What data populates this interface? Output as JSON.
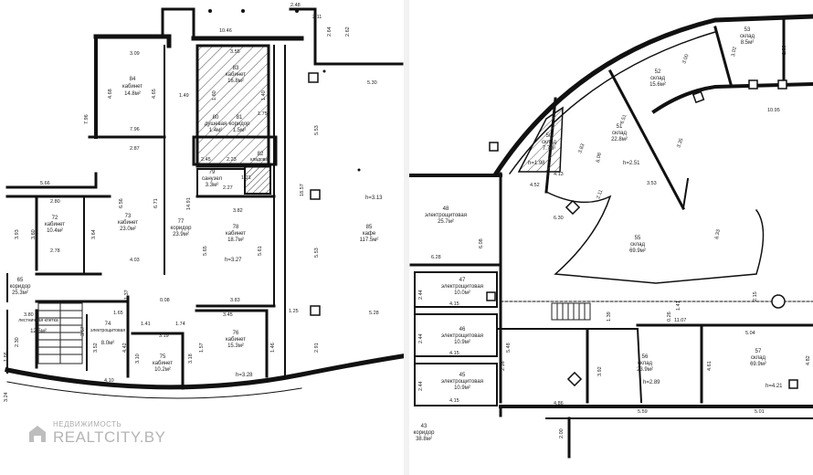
{
  "left_plan": {
    "dims_top": [
      "2.48",
      "2.11",
      "2.64",
      "2.62",
      "10.46",
      "3.55",
      "3.09"
    ],
    "dims_misc": [
      "5.30",
      "4.68",
      "4.65",
      "1.49",
      "7.96",
      "3.24",
      "5.53",
      "18.57",
      "2.87",
      "5.66",
      "2.80",
      "6.56",
      "6.71",
      "14.91",
      "3.82",
      "3.93",
      "3.60",
      "2.78",
      "3.64",
      "4.03",
      "5.65",
      "5.61",
      "5.53",
      "5.28",
      "3.83",
      "1.37",
      "0.08",
      "3.45",
      "1.25",
      "1.65",
      "1.41",
      "3.19",
      "1.74",
      "2.91",
      "3.80",
      "2.30",
      "1.66",
      "3.67",
      "3.52",
      "4.42",
      "3.10",
      "3.18",
      "4.10",
      "3.24",
      "2.27",
      "2.23",
      "2.45",
      "1.21",
      "1.57",
      "1.46"
    ],
    "rooms": [
      {
        "num": "84",
        "name": "кабинет",
        "area": "14.8м²"
      },
      {
        "num": "83",
        "name": "кабинет",
        "area": "16.8м²"
      },
      {
        "num": "80",
        "name": "душевая",
        "area": "1.4м²"
      },
      {
        "num": "81",
        "name": "коридор",
        "area": "1.5м²"
      },
      {
        "num": "82",
        "name": "кладовая",
        "area": ""
      },
      {
        "num": "79",
        "name": "санузел",
        "area": "3.3м²"
      },
      {
        "num": "73",
        "name": "кабинет",
        "area": "23.0м²"
      },
      {
        "num": "72",
        "name": "кабинет",
        "area": "10.4м²"
      },
      {
        "num": "77",
        "name": "коридор",
        "area": "23.9м²"
      },
      {
        "num": "78",
        "name": "кабинет",
        "area": "18.7м²"
      },
      {
        "num": "85",
        "name": "кафе",
        "area": "117.5м²"
      },
      {
        "num": "65",
        "name": "коридор",
        "area": "25.3м²"
      },
      {
        "num": "",
        "name": "лестничная клетка",
        "area": "12.5м²"
      },
      {
        "num": "74",
        "name": "электрощитовая",
        "area": "8.0м²"
      },
      {
        "num": "75",
        "name": "кабинет",
        "area": "10.2м²"
      },
      {
        "num": "76",
        "name": "кабинет",
        "area": "15.3м²"
      }
    ],
    "heights": [
      "h=3.13",
      "h=3.27",
      "h=3.28"
    ],
    "special": [
      "1.75",
      "1.60",
      "1.40"
    ]
  },
  "right_plan": {
    "rooms": [
      {
        "num": "53",
        "name": "склад",
        "area": "8.5м²"
      },
      {
        "num": "52",
        "name": "склад",
        "area": "15.6м²"
      },
      {
        "num": "51",
        "name": "склад",
        "area": "22.8м²"
      },
      {
        "num": "50",
        "name": "склад",
        "area": "7.7м²"
      },
      {
        "num": "48",
        "name": "электрощитовая",
        "area": "25.7м²"
      },
      {
        "num": "55",
        "name": "склад",
        "area": "69.9м²"
      },
      {
        "num": "47",
        "name": "электрощитовая",
        "area": "10.0м²"
      },
      {
        "num": "46",
        "name": "электрощитовая",
        "area": "10.9м²"
      },
      {
        "num": "45",
        "name": "электрощитовая",
        "area": "10.9м²"
      },
      {
        "num": "56",
        "name": "склад",
        "area": "23.9м²"
      },
      {
        "num": "57",
        "name": "склад",
        "area": "69.9м²"
      },
      {
        "num": "43",
        "name": "коридор",
        "area": "38.8м²"
      }
    ],
    "dims": [
      "3.00",
      "2.89",
      "3.02",
      "10.95",
      "6.51",
      "3.35",
      "6.08",
      "3.53",
      "4.13",
      "4.52",
      "2.11",
      "6.30",
      "6.33",
      "6.28",
      "6.08",
      "2.44",
      "4.15",
      "2.44",
      "4.15",
      "2.44",
      "4.15",
      "5.48",
      "2.16",
      "3.92",
      "1.39",
      "0.26",
      "1.41",
      "11.07",
      "2.15",
      "5.04",
      "4.82",
      "4.61",
      "5.59",
      "5.01",
      "4.86",
      "2.00",
      "3.83"
    ],
    "heights": [
      "h=2.51",
      "h=1.98",
      "h=2.89",
      "h=4.21"
    ]
  },
  "watermark": {
    "top": "НЕДВИЖИМОСТЬ",
    "brand": "REALTCITY.BY"
  }
}
